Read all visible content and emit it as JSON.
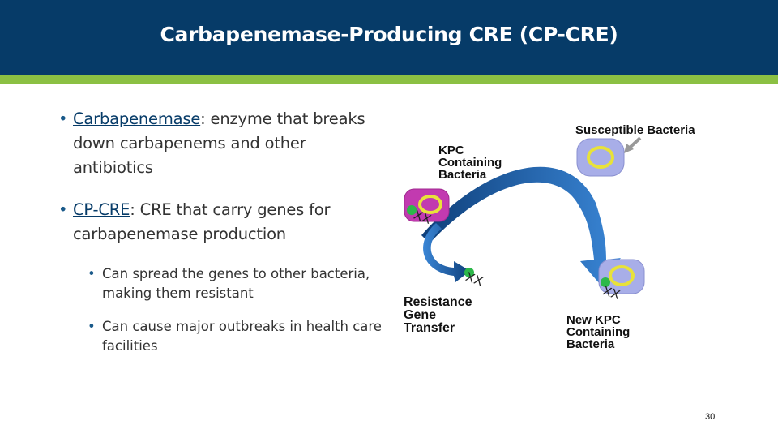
{
  "slide": {
    "title": "Carbapenemase-Producing CRE (CP-CRE)",
    "page_number": "30"
  },
  "bullets": [
    {
      "term": "Carbapenemase",
      "text": ": enzyme that breaks down carbapenems and other antibiotics"
    },
    {
      "term": "CP-CRE",
      "text": ": CRE that carry genes for carbapenemase production"
    }
  ],
  "sub_bullets": [
    "Can spread the genes to other bacteria, making them resistant",
    "Can cause major outbreaks in health care facilities"
  ],
  "diagram": {
    "susceptible_label": "Susceptible Bacteria",
    "kpc_label": [
      "KPC",
      "Containing",
      "Bacteria"
    ],
    "transfer_label": [
      "Resistance",
      "Gene",
      "Transfer"
    ],
    "new_kpc_label": [
      "New KPC",
      "Containing",
      "Bacteria"
    ],
    "gene_mark": "XX",
    "colors": {
      "header": "#063b68",
      "accent_green": "#8bc043",
      "arrow_blue": "#1f5fa8",
      "cell_fill": "#a8aee8",
      "cell_ring": "#e8e23a",
      "kpc_cell_fill": "#c23ab0",
      "plasmid": "#2db84a"
    }
  }
}
